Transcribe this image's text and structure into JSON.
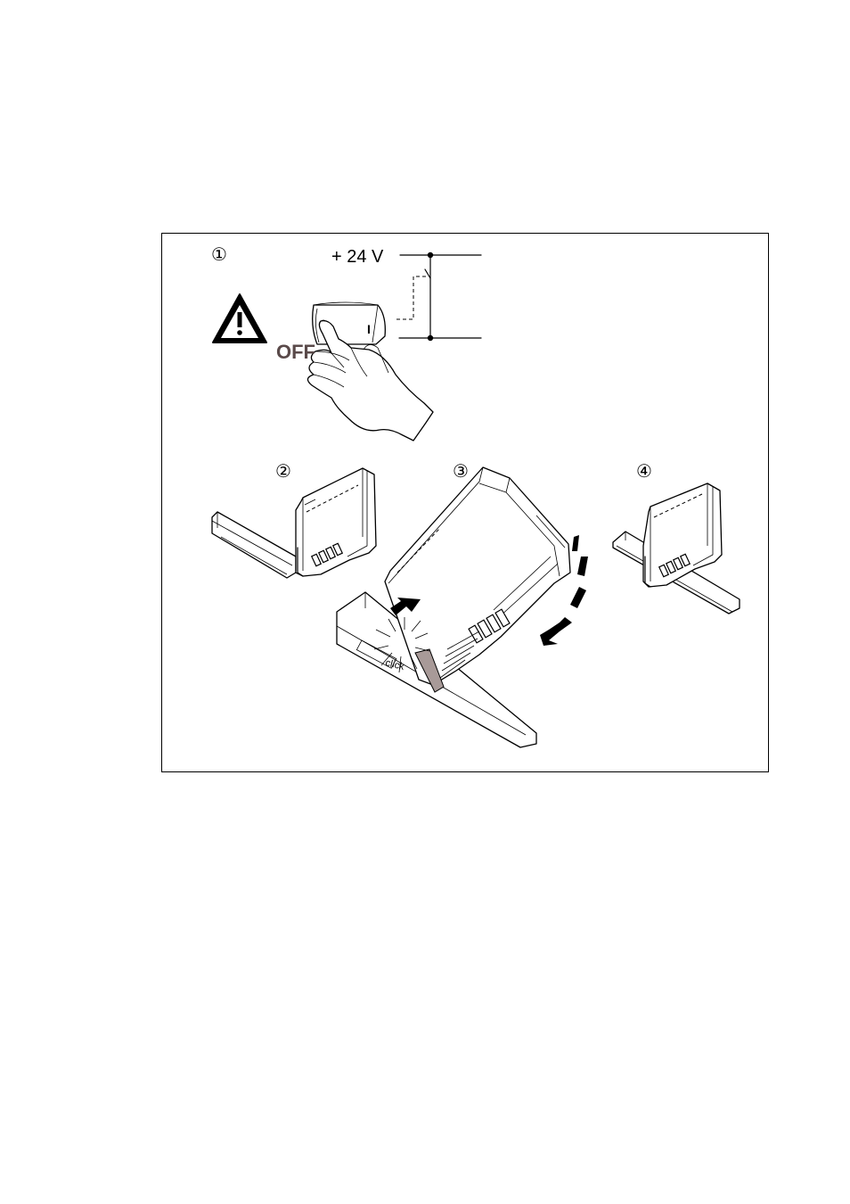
{
  "figure": {
    "steps": {
      "s1": "①",
      "s2": "②",
      "s3": "③",
      "s4": "④"
    },
    "voltage_label": "+ 24 V",
    "switch_on_mark": "I",
    "off_label": "OFF",
    "click_label": "click",
    "icons": {
      "warning": "warning-triangle-icon",
      "hand": "hand-pressing-icon",
      "arrow_push": "push-arrow-icon",
      "arrow_rotate": "rotate-arrow-icon"
    },
    "colors": {
      "off_text": "#5a4a4a",
      "latch": "#a89a98"
    }
  }
}
